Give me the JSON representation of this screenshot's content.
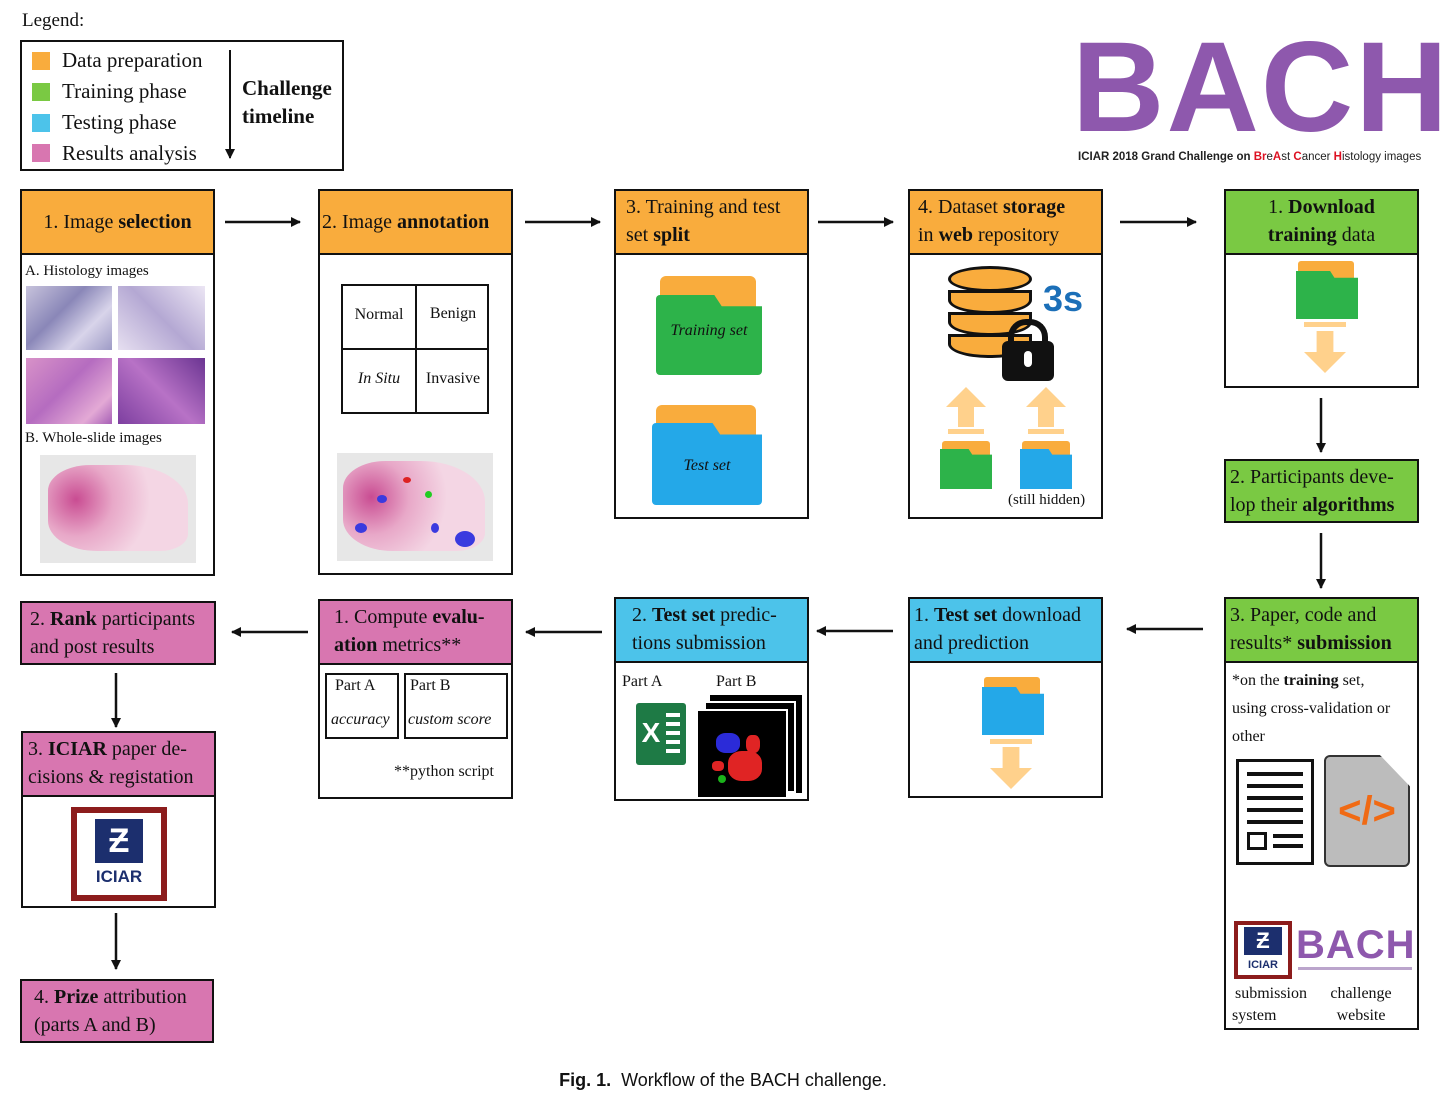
{
  "legend": {
    "title": "Legend:",
    "items": [
      {
        "label": "Data preparation",
        "color": "#f9ac3d"
      },
      {
        "label": "Training phase",
        "color": "#7ac943"
      },
      {
        "label": "Testing phase",
        "color": "#4cc3ea"
      },
      {
        "label": "Results analysis",
        "color": "#d876b0"
      }
    ],
    "timeline_line1": "Challenge",
    "timeline_line2": "timeline"
  },
  "logo": {
    "title": "BACH",
    "subtitle_pre": "ICIAR 2018 Grand Challenge on ",
    "subtitle_b1": "Br",
    "subtitle_t1": "e",
    "subtitle_b2": "A",
    "subtitle_t2": "st ",
    "subtitle_b3": "C",
    "subtitle_t3": "ancer ",
    "subtitle_b4": "H",
    "subtitle_t4": "istology images"
  },
  "prep": {
    "s1": {
      "num": "1. Image ",
      "bold": "selection",
      "sub_a": "A. Histology images",
      "sub_b": "B. Whole-slide images"
    },
    "s2": {
      "num": "2. Image ",
      "bold": "annotation",
      "normal": "Normal",
      "benign": "Benign",
      "insitu": "In Situ",
      "invasive": "Invasive"
    },
    "s3": {
      "line1": "3. Training and test",
      "line2a": "set ",
      "line2b": "split",
      "training_set": "Training set",
      "test_set": "Test set"
    },
    "s4": {
      "line1a": "4. Dataset ",
      "line1b": "storage",
      "line2a": "in ",
      "line2b": "web",
      "line2c": " repository",
      "hidden": "(still hidden)",
      "threes": "3s"
    }
  },
  "train": {
    "t1": {
      "line1a": "1. ",
      "line1b": "Download",
      "line2a": "training",
      "line2b": " data"
    },
    "t2": {
      "line1": "2. Participants deve-",
      "line2a": "lop their ",
      "line2b": "algorithms"
    },
    "t3": {
      "line1": "3. Paper, code and",
      "line2a": "results* ",
      "line2b": "submission",
      "note1a": "*on the ",
      "note1b": "training",
      "note1c": " set,",
      "note2": "using cross-validation or",
      "note3": "other",
      "code_icon": "</>",
      "sub_system1": "submission",
      "sub_system2": "system",
      "website1": "challenge",
      "website2": "website"
    }
  },
  "test": {
    "d1": {
      "line1a": "1. ",
      "line1b": "Test set",
      "line1c": " download",
      "line2": "and prediction"
    },
    "d2": {
      "line1a": "2. ",
      "line1b": "Test set",
      "line1c": " predic-",
      "line2": "tions submission",
      "parta": "Part A",
      "partb": "Part B"
    }
  },
  "results": {
    "r1": {
      "line1a": "1. Compute ",
      "line1b": "evalu-",
      "line2a": "ation",
      "line2b": " metrics**",
      "parta": "Part A",
      "partb": "Part B",
      "accuracy": "accuracy",
      "custom": "custom score",
      "script": "**python script"
    },
    "r2": {
      "line1a": "2. ",
      "line1b": "Rank",
      "line1c": " participants",
      "line2": "and post results"
    },
    "r3": {
      "line1a": "3. ",
      "line1b": "ICIAR",
      "line1c": " paper de-",
      "line2": "cisions & registation",
      "logo": "ICIAR"
    },
    "r4": {
      "line1a": "4. ",
      "line1b": "Prize",
      "line1c": " attribution",
      "line2": "(parts A and B)"
    }
  },
  "caption": {
    "label": "Fig. 1.",
    "text": "Workflow of the BACH challenge."
  }
}
